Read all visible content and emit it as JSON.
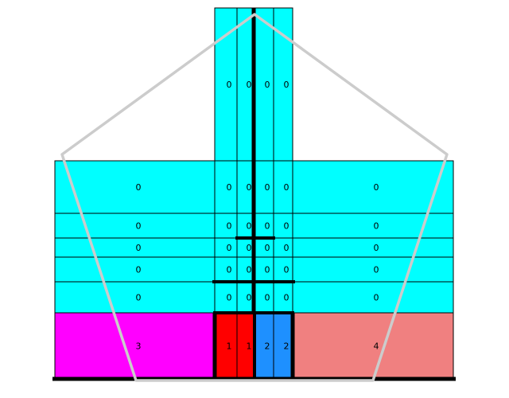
{
  "colors": {
    "background": "#ffffff",
    "cell_0": "#00ffff",
    "cell_1": "#ff0000",
    "cell_2": "#1e90ff",
    "cell_3": "#ff00ff",
    "cell_4": "#f08080",
    "cell_border": "#000000",
    "pentagon": "#cccccc"
  },
  "grid": {
    "columns": [
      {
        "id": "c0",
        "band": "wing-left"
      },
      {
        "id": "c1",
        "band": "core"
      },
      {
        "id": "c2",
        "band": "core"
      },
      {
        "id": "c3",
        "band": "core"
      },
      {
        "id": "c4",
        "band": "core"
      },
      {
        "id": "c5",
        "band": "wing-right"
      }
    ],
    "rows": [
      {
        "id": "r0",
        "band": "tower",
        "values": [
          null,
          "0",
          "0",
          "0",
          "0",
          null
        ]
      },
      {
        "id": "r1",
        "band": "body",
        "values": [
          "0",
          "0",
          "0",
          "0",
          "0",
          "0"
        ]
      },
      {
        "id": "r2",
        "band": "body",
        "values": [
          "0",
          "0",
          "0",
          "0",
          "0",
          "0"
        ]
      },
      {
        "id": "r3",
        "band": "body",
        "values": [
          "0",
          "0",
          "0",
          "0",
          "0",
          "0"
        ]
      },
      {
        "id": "r4",
        "band": "body",
        "values": [
          "0",
          "0",
          "0",
          "0",
          "0",
          "0"
        ]
      },
      {
        "id": "r5",
        "band": "body",
        "values": [
          "0",
          "0",
          "0",
          "0",
          "0",
          "0"
        ]
      },
      {
        "id": "r6",
        "band": "bottom",
        "values": [
          "3",
          "1",
          "1",
          "2",
          "2",
          "4"
        ]
      }
    ]
  }
}
